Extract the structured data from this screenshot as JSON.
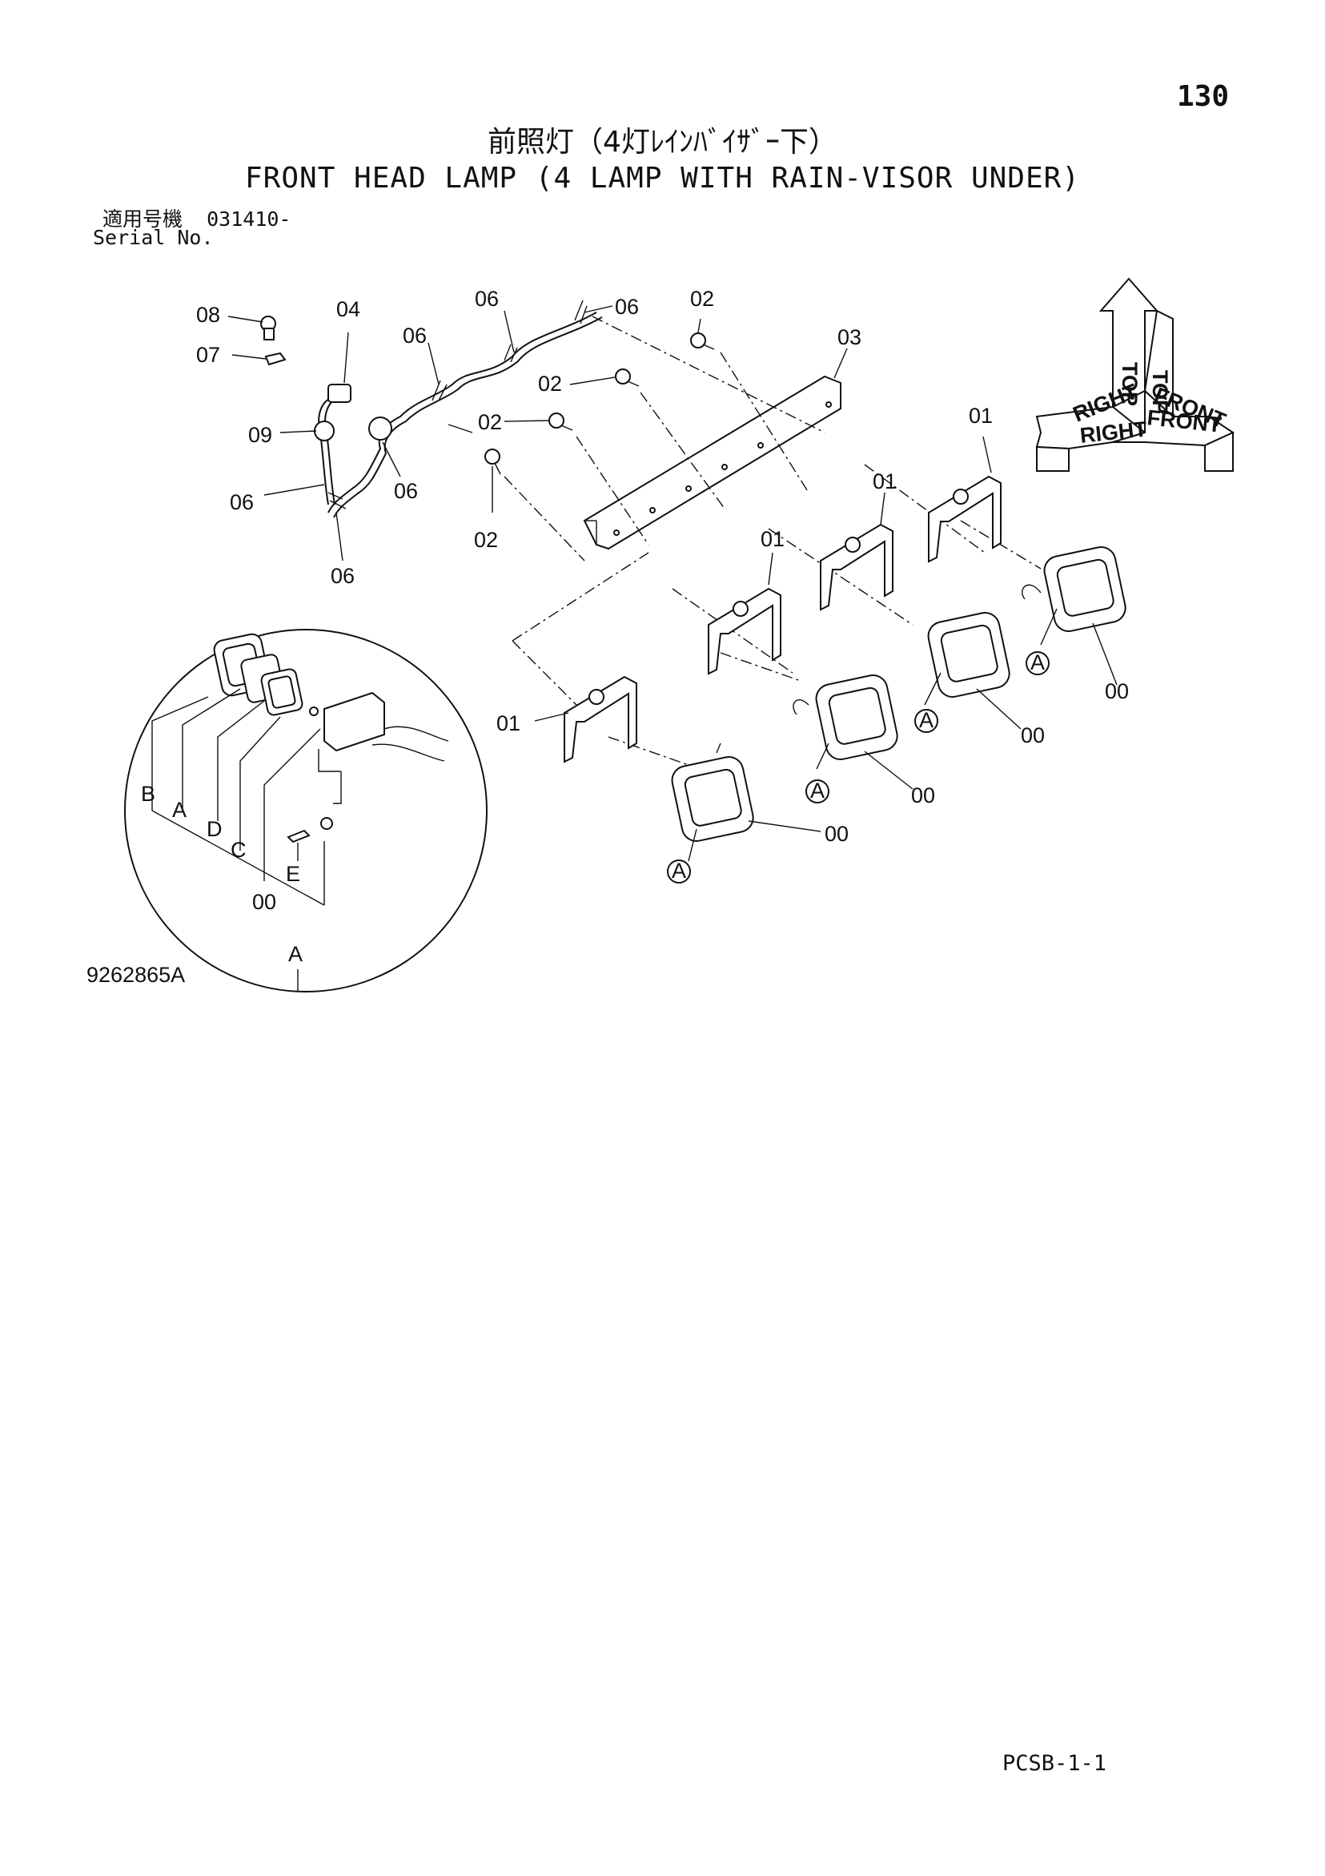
{
  "header": {
    "page_number": "130",
    "title_jp": "前照灯（4灯ﾚｲﾝﾊﾞｲｻﾞｰ下）",
    "title_en": "FRONT HEAD LAMP (4 LAMP WITH RAIN-VISOR UNDER)",
    "serial_label_jp": "適用号機",
    "serial_value": "031410-",
    "serial_label_en": "Serial No."
  },
  "orientation": {
    "top": "TOP",
    "right": "RIGHT",
    "front": "FRONT"
  },
  "callouts": {
    "c08": "08",
    "c04": "04",
    "c07": "07",
    "c09": "09",
    "c06_a": "06",
    "c06_b": "06",
    "c06_c": "06",
    "c06_d": "06",
    "c06_e": "06",
    "c06_f": "06",
    "c02_a": "02",
    "c02_b": "02",
    "c02_c": "02",
    "c02_d": "02",
    "c03": "03",
    "c01_a": "01",
    "c01_b": "01",
    "c01_c": "01",
    "c01_d": "01",
    "c00_a": "00",
    "c00_b": "00",
    "c00_c": "00",
    "c00_d": "00"
  },
  "view_marks": {
    "a1": "A",
    "a2": "A",
    "a3": "A",
    "a4": "A"
  },
  "detail": {
    "b": "B",
    "a": "A",
    "d": "D",
    "c": "C",
    "e": "E",
    "zero": "00",
    "bottom": "A"
  },
  "footer": {
    "drawing_number": "9262865A",
    "code": "PCSB-1-1"
  }
}
